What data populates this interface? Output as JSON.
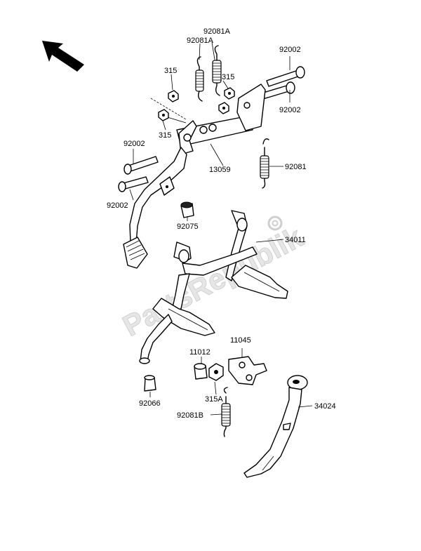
{
  "watermark": "PartsRepublik",
  "labels": {
    "p92081A_top": "92081A",
    "p92081A_2": "92081A",
    "p92002_tr": "92002",
    "p92002_r": "92002",
    "p315_a": "315",
    "p315_b": "315",
    "p315_c": "315",
    "p92002_l1": "92002",
    "p92002_l2": "92002",
    "p13059": "13059",
    "p92081": "92081",
    "p92075": "92075",
    "p34011": "34011",
    "p11045": "11045",
    "p11012": "11012",
    "p315A": "315A",
    "p92066": "92066",
    "p92081B": "92081B",
    "p34024": "34024"
  }
}
